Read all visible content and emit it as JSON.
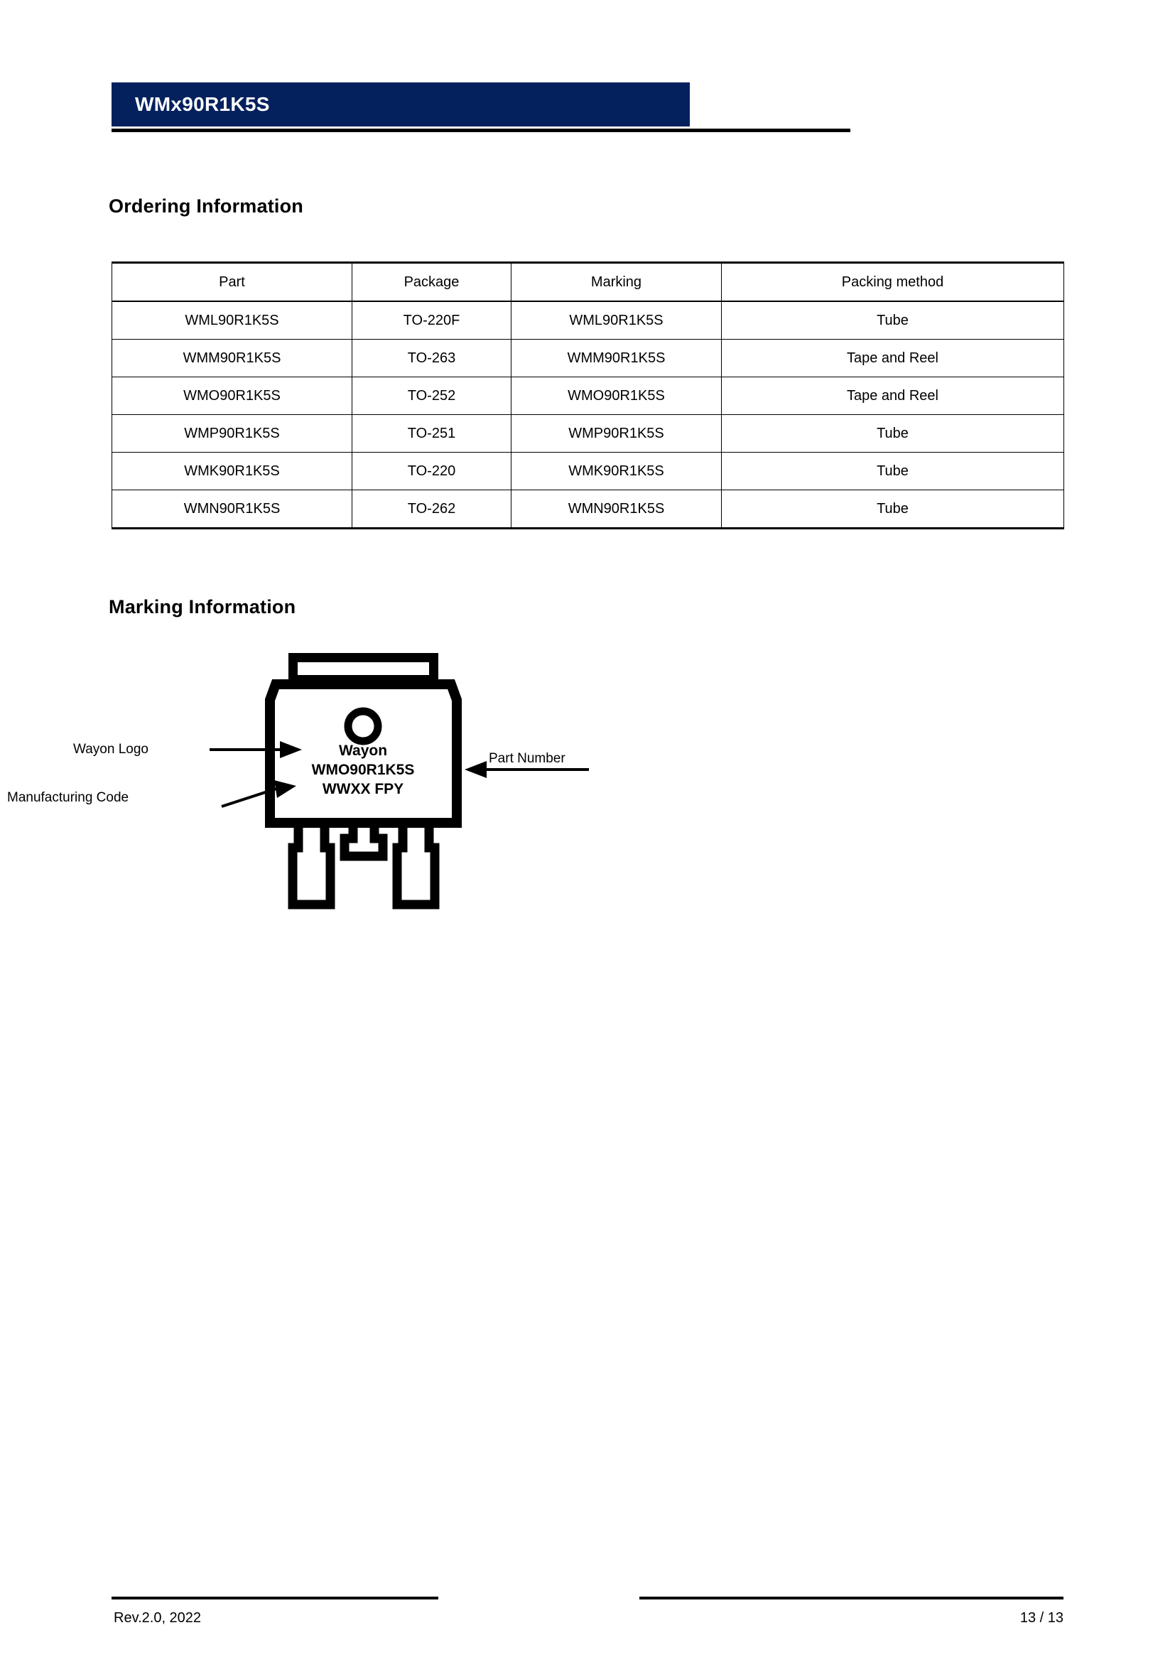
{
  "header": {
    "title": "WMx90R1K5S",
    "banner_color": "#04215e"
  },
  "sections": {
    "ordering_heading": "Ordering Information",
    "marking_heading": "Marking Information"
  },
  "ordering_table": {
    "columns": [
      "Part",
      "Package",
      "Marking",
      "Packing method"
    ],
    "rows": [
      [
        "WML90R1K5S",
        "TO-220F",
        "WML90R1K5S",
        "Tube"
      ],
      [
        "WMM90R1K5S",
        "TO-263",
        "WMM90R1K5S",
        "Tape and Reel"
      ],
      [
        "WMO90R1K5S",
        "TO-252",
        "WMO90R1K5S",
        "Tape and Reel"
      ],
      [
        "WMP90R1K5S",
        "TO-251",
        "WMP90R1K5S",
        "Tube"
      ],
      [
        "WMK90R1K5S",
        "TO-220",
        "WMK90R1K5S",
        "Tube"
      ],
      [
        "WMN90R1K5S",
        "TO-262",
        "WMN90R1K5S",
        "Tube"
      ]
    ]
  },
  "marking_diagram": {
    "package_text": {
      "line1": "Wayon",
      "line2": "WMO90R1K5S",
      "line3": "WWXX FPY"
    },
    "callouts": {
      "logo": "Wayon Logo",
      "manufacturing_code": "Manufacturing Code",
      "part_number": "Part Number"
    }
  },
  "footer": {
    "revision": "Rev.2.0, 2022",
    "page": "13 / 13"
  }
}
